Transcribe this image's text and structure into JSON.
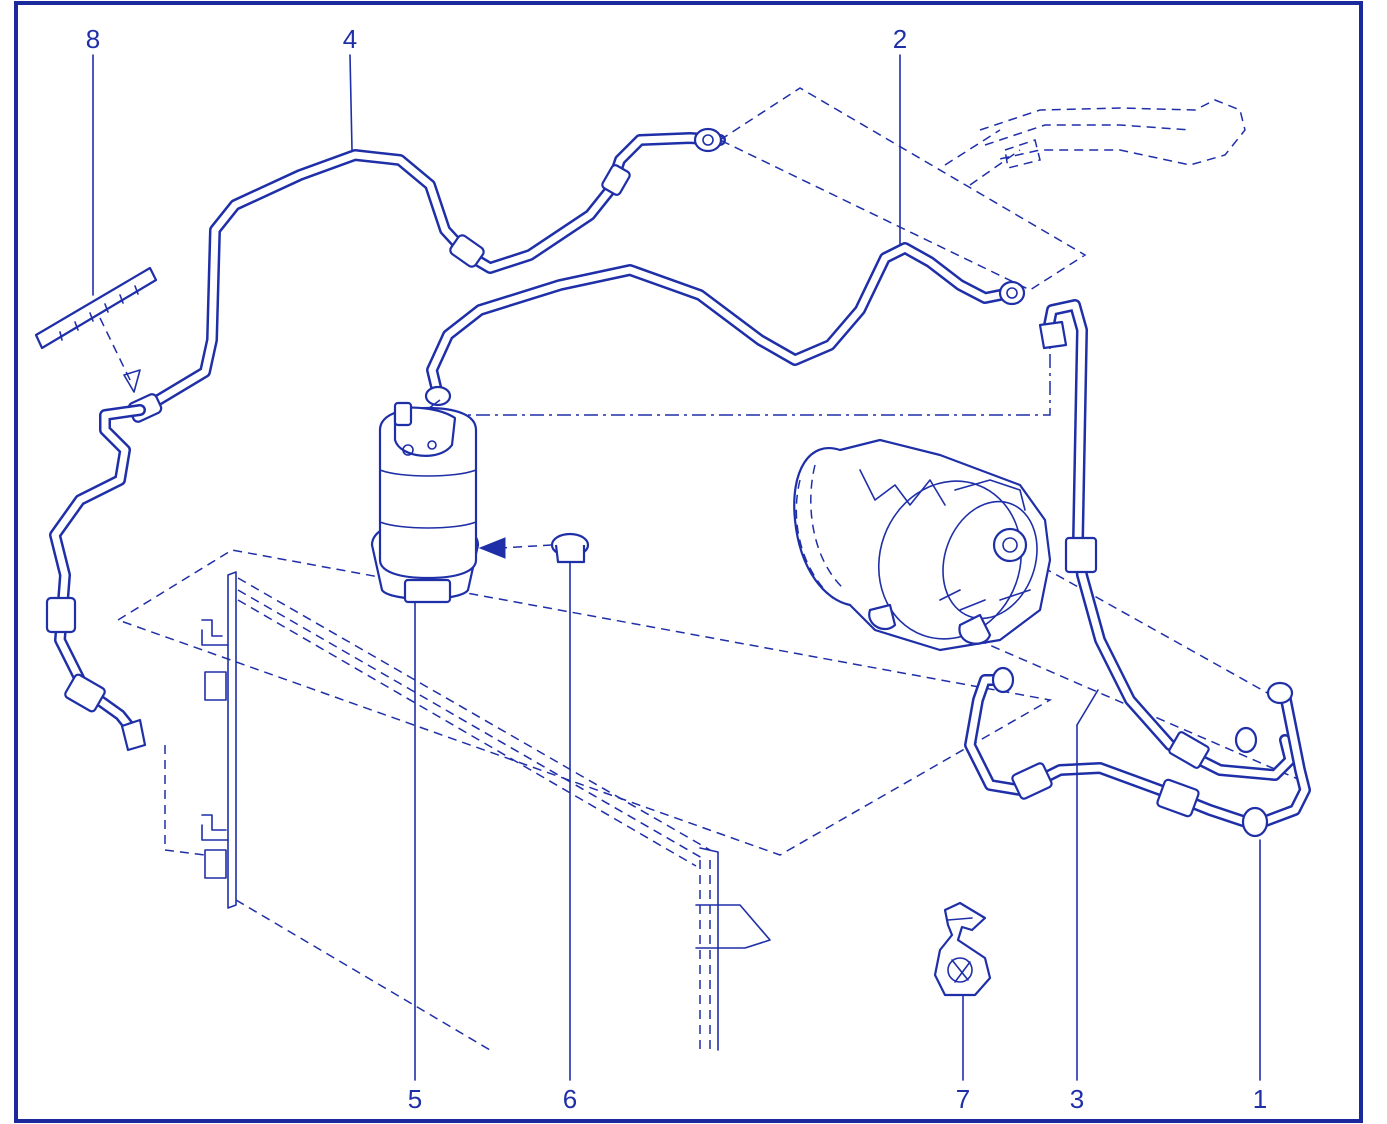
{
  "diagram": {
    "callouts": [
      {
        "id": "c8",
        "text": "8"
      },
      {
        "id": "c4",
        "text": "4"
      },
      {
        "id": "c2",
        "text": "2"
      },
      {
        "id": "c5",
        "text": "5"
      },
      {
        "id": "c6",
        "text": "6"
      },
      {
        "id": "c7",
        "text": "7"
      },
      {
        "id": "c3",
        "text": "3"
      },
      {
        "id": "c1",
        "text": "1"
      }
    ]
  },
  "colors": {
    "line": "#1f2fa8",
    "frame": "#1a2a9c",
    "background": "#ffffff"
  }
}
